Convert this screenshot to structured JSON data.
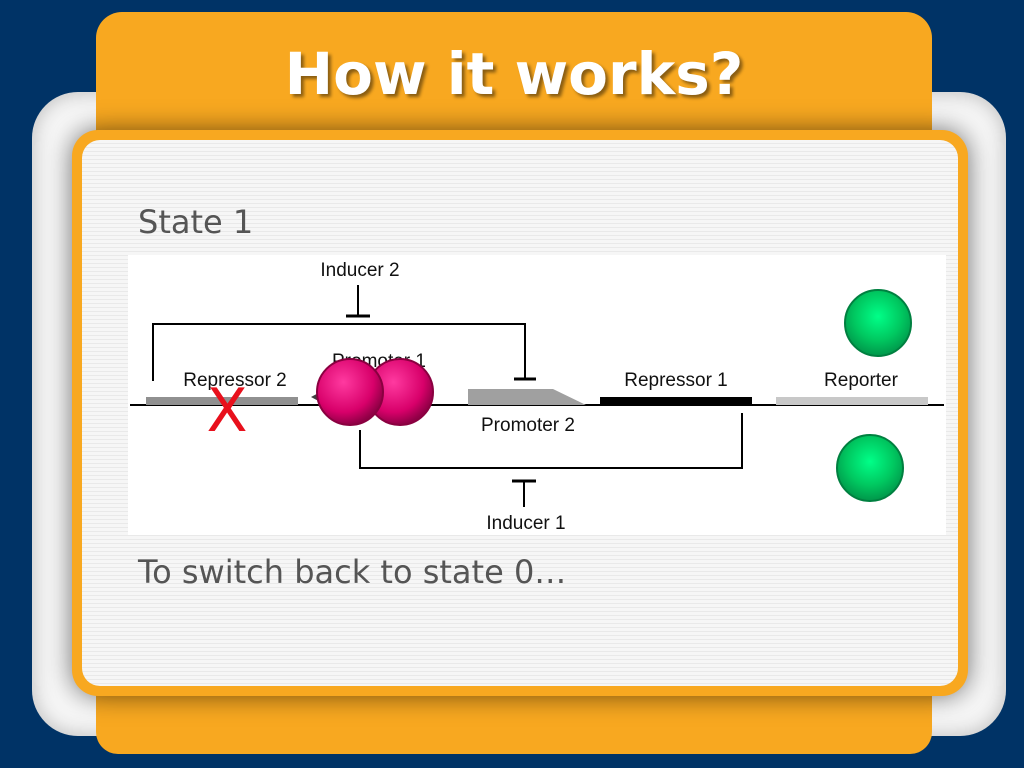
{
  "slide": {
    "title": "How it works?",
    "state_label": "State 1",
    "footer_text": "To switch back to state 0…"
  },
  "diagram": {
    "labels": {
      "inducer2": "Inducer 2",
      "inducer1": "Inducer 1",
      "repressor2": "Repressor 2",
      "promoter1": "Promoter 1",
      "promoter2": "Promoter 2",
      "repressor1": "Repressor 1",
      "reporter": "Reporter"
    },
    "cross_mark": "X"
  },
  "colors": {
    "background": "#003366",
    "accent_orange": "#f8a820",
    "repressor_protein": "#e0006a",
    "reporter_protein": "#00c060",
    "cross_mark": "#e8101c"
  }
}
